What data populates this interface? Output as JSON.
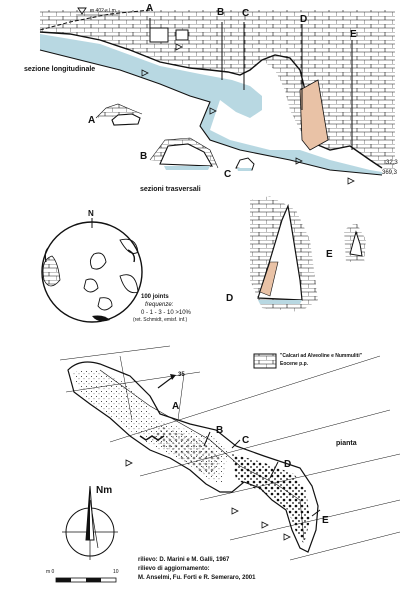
{
  "profile": {
    "elevation_label": "m 402 s.l.m.",
    "section_title": "sezione longitudinale",
    "section_letters": [
      "A",
      "B",
      "C",
      "D",
      "E"
    ],
    "depth_top": "32,3",
    "depth_bottom": "369,3"
  },
  "cross_sections": {
    "title": "sezioni trasversali",
    "letters": [
      "A",
      "B",
      "C",
      "D",
      "E"
    ]
  },
  "stereonet": {
    "north_label": "N",
    "joints": "100 joints",
    "freq_label": "frequenze:",
    "freq_values": "0 - 1 - 3 - 10 >10%",
    "reference": "(ret. Schmidt, emisf. inf.)"
  },
  "legend": {
    "rock_name": "\"Calcari ad Alveoline e Nummuliti\"",
    "age": "Eocene p.p."
  },
  "plan": {
    "title": "pianta",
    "letters": [
      "A",
      "B",
      "C",
      "D",
      "E"
    ],
    "north_label": "Nm",
    "dip_value": "35",
    "scale_start": "m 0",
    "scale_end": "10"
  },
  "credits": {
    "line1": "rilievo: D. Marini e M. Galli, 1967",
    "line2": "rilievo di aggiornamento:",
    "line3": "M. Anselmi, Fu. Forti e R. Semeraro, 2001"
  },
  "colors": {
    "water": "#b8d8e2",
    "stalagmite": "#e9c2a6",
    "ink": "#111111"
  }
}
